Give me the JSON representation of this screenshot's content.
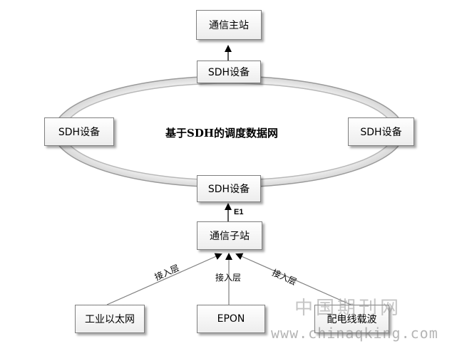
{
  "nodes": {
    "master_station": "通信主站",
    "sdh_top": "SDH设备",
    "sdh_left": "SDH设备",
    "sdh_right": "SDH设备",
    "sdh_bottom": "SDH设备",
    "sub_station": "通信子站",
    "industrial_ethernet": "工业以太网",
    "epon": "EPON",
    "plc": "配电线载波"
  },
  "network": {
    "label": "基于SDH的调度数据网"
  },
  "edges": {
    "e1": "E1",
    "access_left": "接入层",
    "access_middle": "接入层",
    "access_right": "接入层"
  },
  "watermark": {
    "site_name": "中国期刊网",
    "url": "www.chinaqking.com"
  }
}
